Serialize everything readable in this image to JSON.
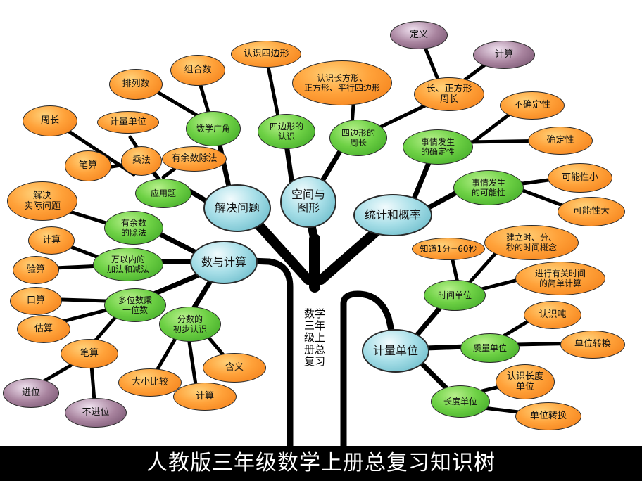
{
  "title": "人教版三年级数学上册总复习知识树",
  "trunk_label": "数学三年级上册总复习",
  "nodes": {
    "jiejue": "解决问题",
    "kongjian": "空间与\n图形",
    "tongji": "统计和概率",
    "shuyu": "数与计算",
    "jiliang": "计量单位",
    "shuxue_guangjiao": "数学广角",
    "pailie": "排列数",
    "zuhe": "组合数",
    "yingyongti": "应用题",
    "biji": "笔算",
    "chengfa": "乘法",
    "jiliang_danwei_s": "计量单位",
    "youyu_chufa": "有余数除法",
    "zhouchang": "周长",
    "sibianxing_renshi": "四边形的\n认识",
    "renshi_sibianxing": "认识四边形",
    "sibianxing_zhouchang": "四边形的\n周长",
    "renshi_changfang": "认识长方形、\n正方形、平行四边形",
    "chang_zhengfang": "长、正方形\n周长",
    "dingyi": "定义",
    "jisuan_top": "计算",
    "queding_fasheng": "事情发生\n的确定性",
    "buqueding": "不确定性",
    "quedingxing": "确定性",
    "keneng_fasheng": "事情发生\n的可能性",
    "keneng_xiao": "可能性小",
    "keneng_da": "可能性大",
    "jiejue_shiji": "解决\n实际问题",
    "youyushu_chufa": "有余数\n的除法",
    "jisuan_l1": "计算",
    "wanyinei": "万以内的\n加法和减法",
    "yansuan": "验算",
    "kousuan": "口算",
    "duowei": "多位数乘\n一位数",
    "gusuan": "估算",
    "bisuan": "笔算",
    "jinwei": "进位",
    "bujinwei": "不进位",
    "fenshu": "分数的\n初步认识",
    "hanyi": "含义",
    "daxiao": "大小比较",
    "jisuan_bottom": "计算",
    "zhidao": "知道1分=60秒",
    "jianli": "建立时、分、\n秒的时间概念",
    "jinxing": "进行有关时间\n的简单计算",
    "shijian_danwei": "时间单位",
    "renshi_dun": "认识吨",
    "zhiliang_danwei": "质量单位",
    "danwei_zhuanhuan1": "单位转换",
    "renshi_changdu": "认识长度\n单位",
    "changdu_danwei": "长度单位",
    "danwei_zhuanhuan2": "单位转换"
  }
}
